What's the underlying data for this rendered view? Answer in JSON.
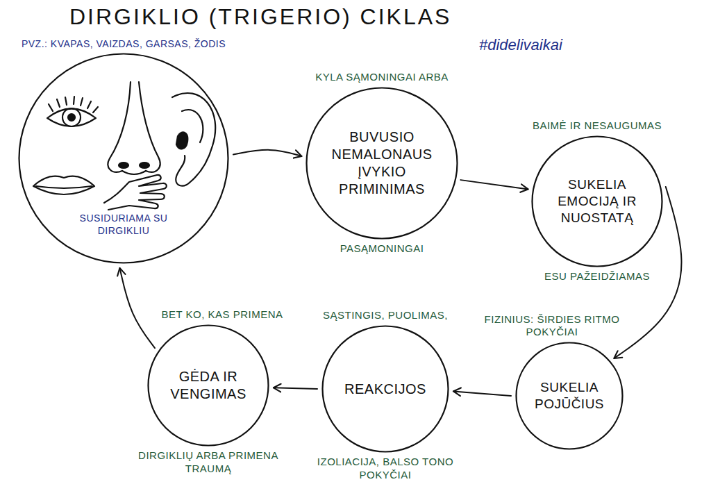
{
  "diagram": {
    "title": "DIRGIKLIO (TRIGERIO) CIKLAS",
    "nodes": [
      {
        "text": [
          "PVZ.: KVAPAS, VAIZDAS, GARSAS, ŽODIS",
          "SUSIDURIAMA SU DIRGIKLIU"
        ]
      },
      {
        "text": [
          "KYLA SĄMONINGAI ARBA",
          "BUVUSIO NEMALONAUS ĮVYKIO PRIMINIMAS",
          "PASĄMONINGAI"
        ]
      },
      {
        "text": [
          "BAIMĖ IR NESAUGUMAS",
          "SUKELIA EMOCIJĄ IR NUOSTATĄ",
          "ESU PAŽEIDŽIAMAS"
        ]
      },
      {
        "text": [
          "FIZINIUS: ŠIRDIES RITMO POKYČIAI",
          "SUKELIA POJŪČIUS"
        ]
      },
      {
        "text": [
          "SĄSTINGIS, PUOLIMAS,",
          "REAKCIJOS",
          "IZOLIACIJA, BALSO TONO POKYČIAI"
        ]
      },
      {
        "text": [
          "BET KO, KAS PRIMENA",
          "GĖDA IR VENGIMAS",
          "DIRGIKLIŲ ARBA PRIMENA TRAUMĄ"
        ]
      }
    ],
    "edges": [
      {
        "from": 0,
        "to": 1,
        "arrow": "to"
      },
      {
        "from": 1,
        "to": 2,
        "arrow": "to"
      },
      {
        "from": 2,
        "to": 3,
        "arrow": "to"
      },
      {
        "from": 3,
        "to": 4,
        "arrow": "to"
      },
      {
        "from": 4,
        "to": 5,
        "arrow": "to"
      },
      {
        "from": 5,
        "to": 0,
        "arrow": "to"
      }
    ],
    "labels": [
      "#didelivaikai"
    ]
  }
}
